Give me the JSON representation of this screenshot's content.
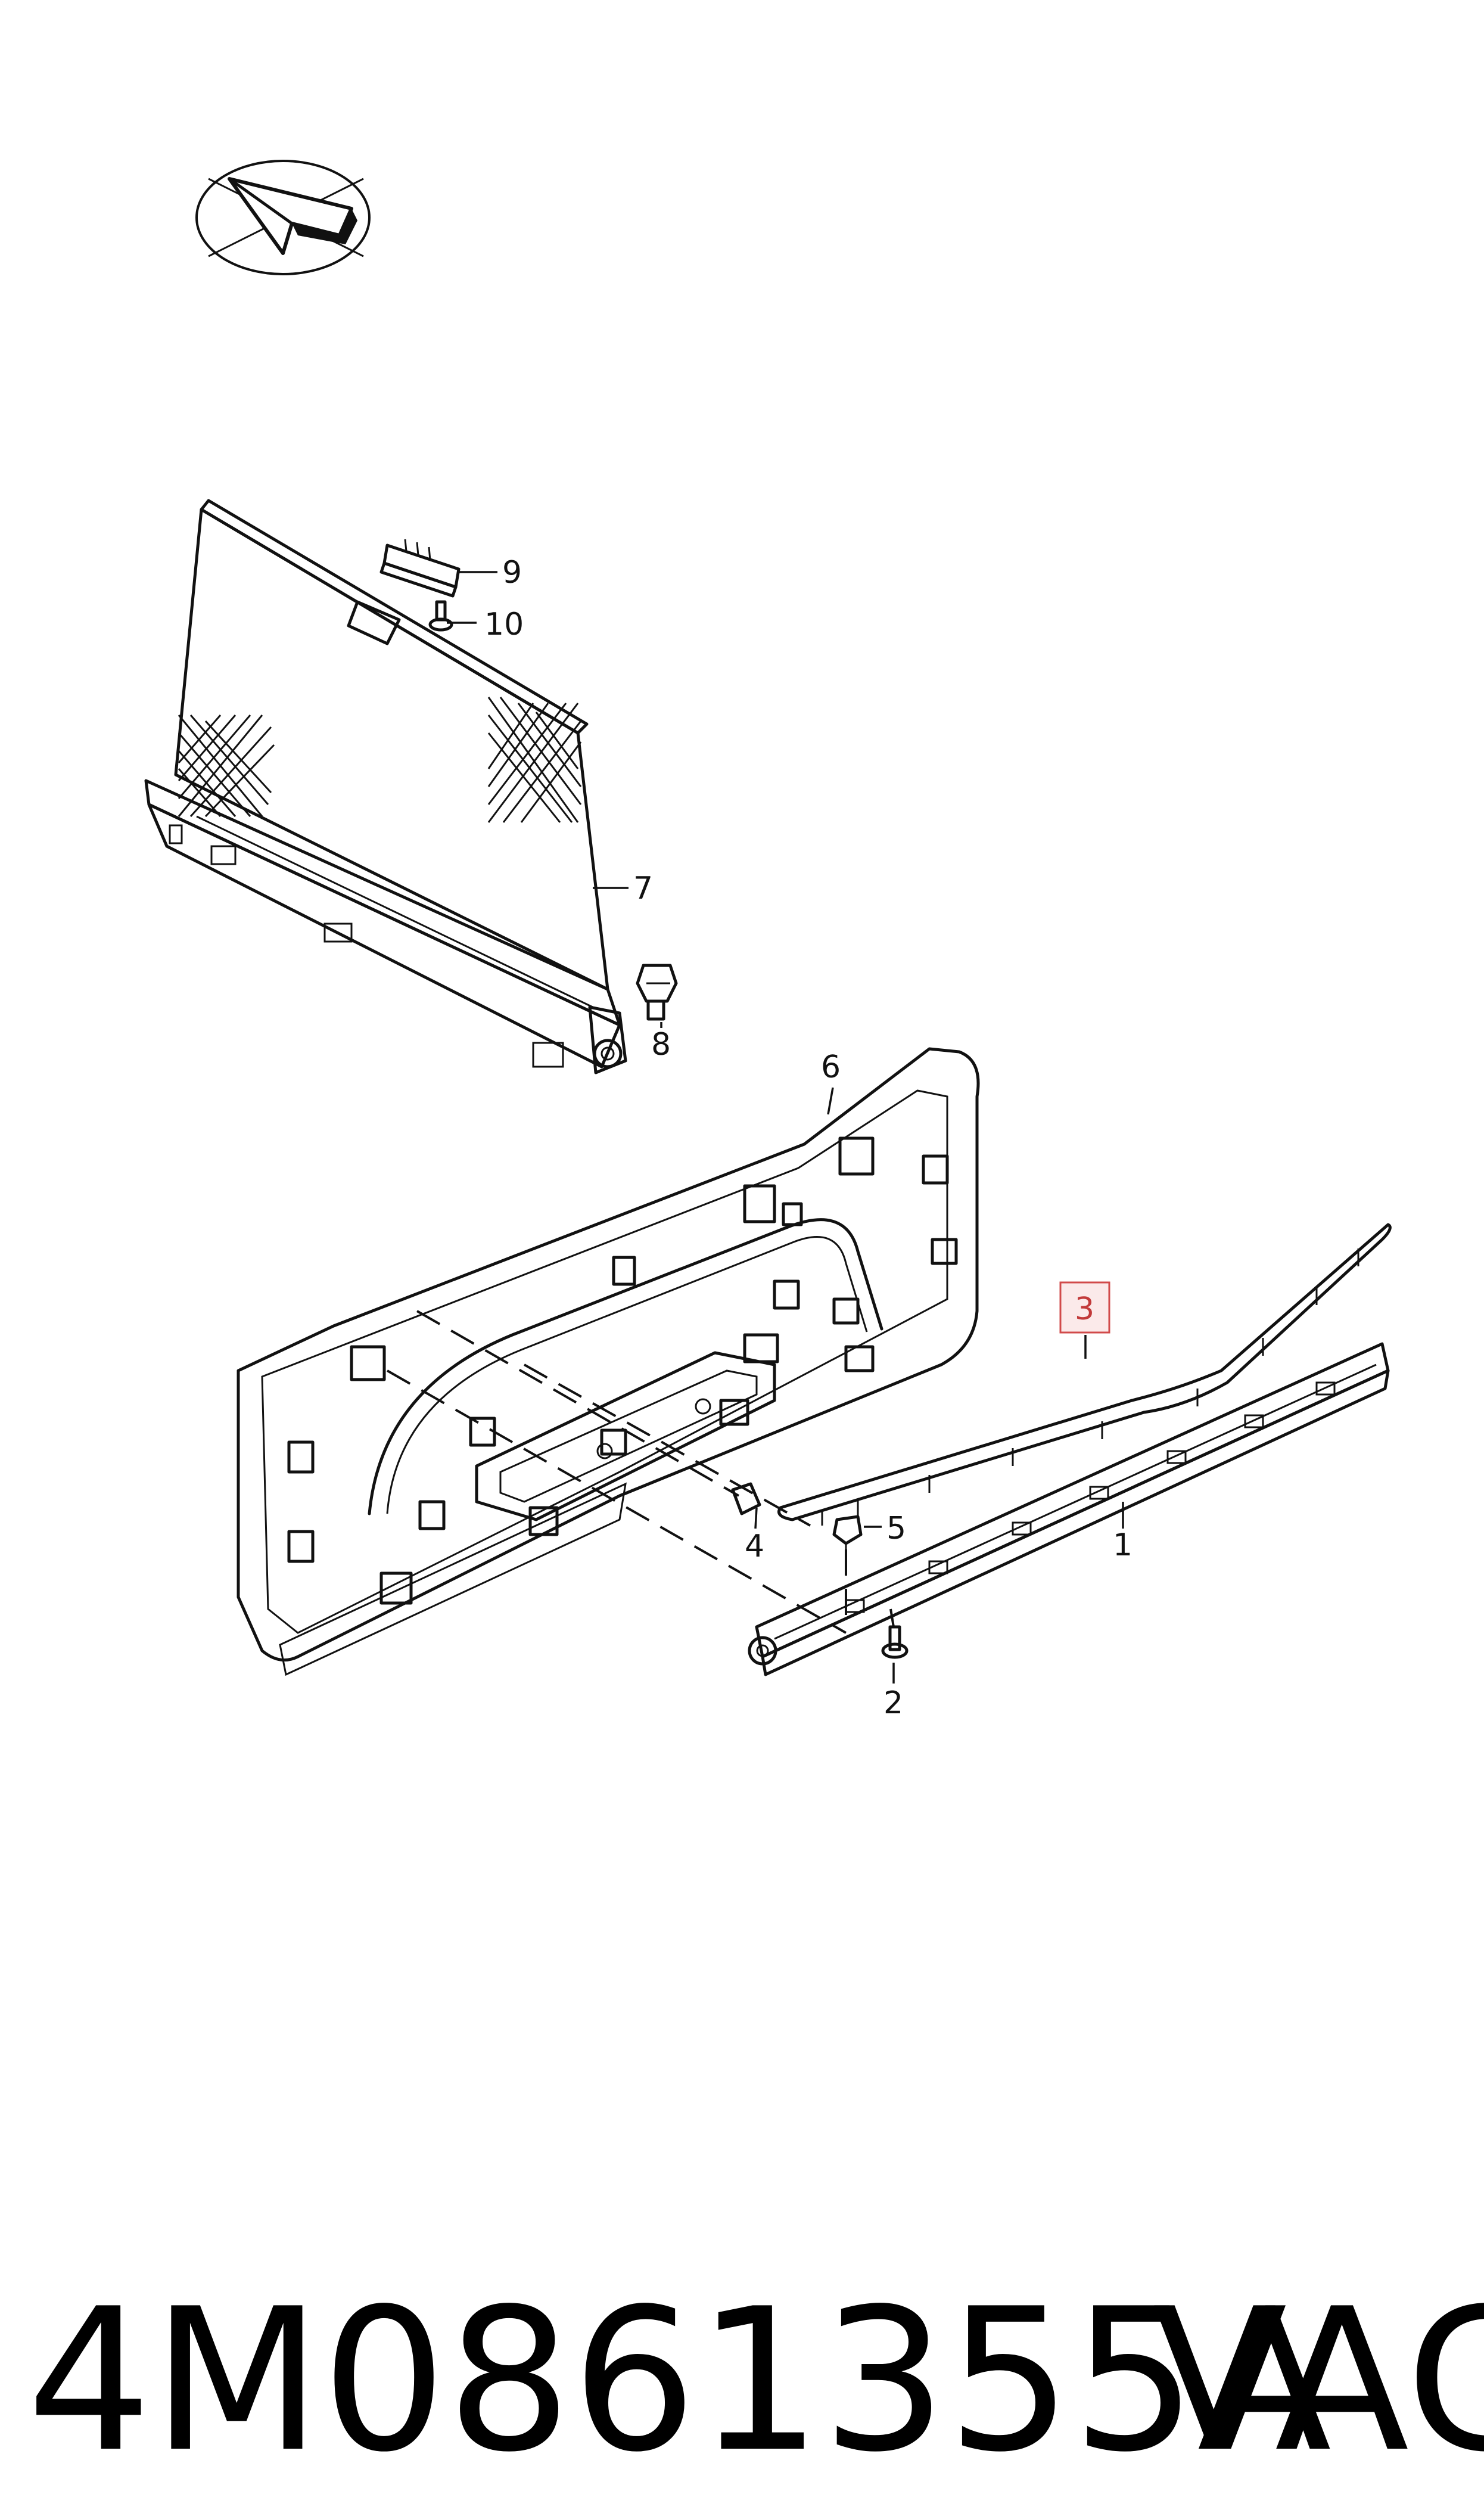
{
  "callouts": {
    "c1": "1",
    "c2": "2",
    "c3": "3",
    "c4": "4",
    "c5": "5",
    "c6": "6",
    "c7": "7",
    "c8": "8",
    "c9": "9",
    "c10": "10"
  },
  "highlighted_callout": "3",
  "highlight_color": "#d14a4a",
  "part_number": "4M0861355A",
  "brand": "VAG"
}
